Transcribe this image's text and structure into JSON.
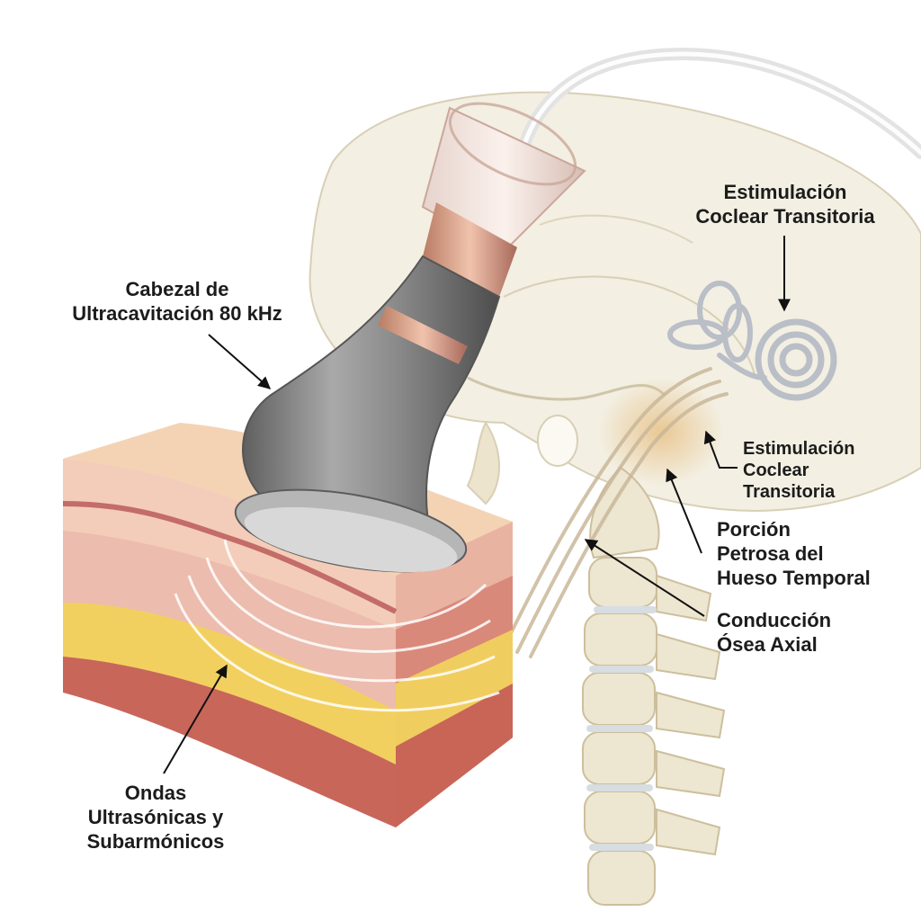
{
  "labels": {
    "cochlear_top": [
      "Estimulación",
      "Coclear Transitoria"
    ],
    "transducer": [
      "Cabezal de",
      "Ultracavitación 80 kHz"
    ],
    "cochlear_side": [
      "Estimulación",
      "Coclear",
      "Transitoria"
    ],
    "petrous": [
      "Porción",
      "Petrosa del",
      "Hueso Temporal"
    ],
    "bone_conduction": [
      "Conducción",
      "Ósea Axial"
    ],
    "waves": [
      "Ondas",
      "Ultrasónicas y",
      "Subarmónicos"
    ]
  },
  "colors": {
    "skin_top": "#f1c9a8",
    "dermis": "#eab4a6",
    "fat": "#f2d36a",
    "muscle": "#c96a5c",
    "bone": "#ede6d1",
    "metal": "#8c8c8c",
    "copper": "#d9a087",
    "cable": "#e8e8e8"
  }
}
